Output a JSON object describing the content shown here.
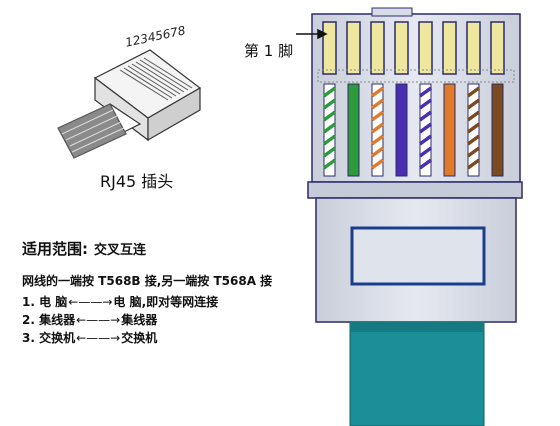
{
  "labels": {
    "pin_numbers": "12345678",
    "pin1": "第 1 脚",
    "plug_caption": "RJ45 插头",
    "scope_title": "适用范围:",
    "scope_value": "交叉互连",
    "wiring_desc": "网线的一端按 T568B 接,另一端按 T568A 接"
  },
  "connections": [
    {
      "num": "1.",
      "left": "电  脑",
      "right": "电  脑,即对等网连接"
    },
    {
      "num": "2.",
      "left": "集线器",
      "right": "集线器"
    },
    {
      "num": "3.",
      "left": "交换机",
      "right": "交换机"
    }
  ],
  "pins": [
    {
      "main": "#ffffff",
      "stripe": "#2e9a3c"
    },
    {
      "main": "#2e9a3c",
      "stripe": null
    },
    {
      "main": "#ffffff",
      "stripe": "#e07a2a"
    },
    {
      "main": "#4a2fb0",
      "stripe": null
    },
    {
      "main": "#ffffff",
      "stripe": "#4a2fb0"
    },
    {
      "main": "#e07a2a",
      "stripe": null
    },
    {
      "main": "#ffffff",
      "stripe": "#7a4a20"
    },
    {
      "main": "#7a4a20",
      "stripe": null
    }
  ],
  "colors": {
    "body_gray": "#d8dce8",
    "window_blue": "#1a3f8a",
    "cable_teal": "#1b8f97",
    "contact_yellow": "#efe7a0",
    "outline": "#2b2b6a"
  }
}
